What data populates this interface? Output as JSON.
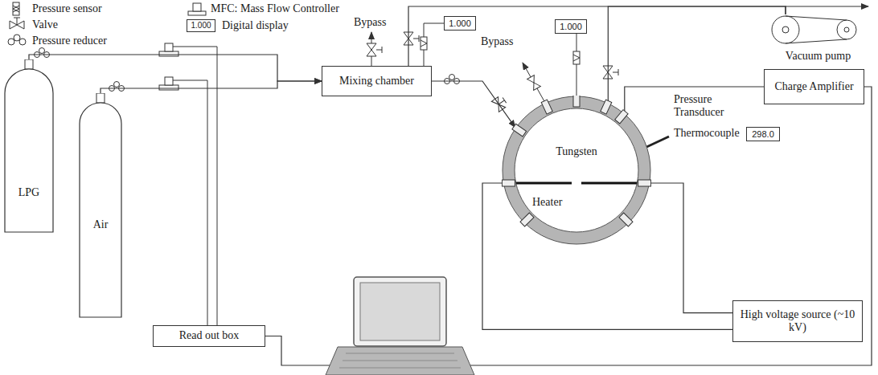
{
  "diagram": {
    "nodes": [
      {
        "text": [
          "LPG"
        ]
      },
      {
        "text": [
          "Air"
        ]
      },
      {
        "text": [
          "Mixing chamber"
        ]
      },
      {
        "text": [
          "Read out box"
        ]
      },
      {
        "text": [
          "Vacuum pump"
        ]
      },
      {
        "text": [
          "Charge Amplifier"
        ]
      },
      {
        "text": [
          "High voltage source (~10 kV)"
        ]
      },
      {
        "text": [
          "1.000"
        ]
      },
      {
        "text": [
          "1.000"
        ]
      },
      {
        "text": [
          "298.0"
        ]
      },
      {
        "text": [
          "Tungsten"
        ]
      }
    ],
    "edges": [
      {
        "from": 0,
        "to": 2,
        "arrow": "to"
      },
      {
        "from": 1,
        "to": 2,
        "arrow": "to"
      },
      {
        "from": 2,
        "to": 4,
        "arrow": "none"
      },
      {
        "from": 2,
        "to": 10,
        "arrow": "to"
      },
      {
        "from": 10,
        "to": 4,
        "arrow": "none"
      },
      {
        "from": 10,
        "to": 5,
        "arrow": "none"
      },
      {
        "from": 10,
        "to": 6,
        "arrow": "none"
      },
      {
        "from": 10,
        "to": 6,
        "arrow": "none"
      },
      {
        "from": 3,
        "to": 5,
        "arrow": "none"
      }
    ],
    "labels": [
      "1.000",
      "Bypass",
      "Bypass",
      "Pressure Transducer",
      "Thermocouple",
      "Heater"
    ],
    "legend": [
      {
        "text": "Pressure sensor"
      },
      {
        "text": "Valve"
      },
      {
        "text": "Pressure reducer"
      },
      {
        "text": "MFC: Mass Flow Controller"
      },
      {
        "text": "Digital display"
      }
    ]
  }
}
